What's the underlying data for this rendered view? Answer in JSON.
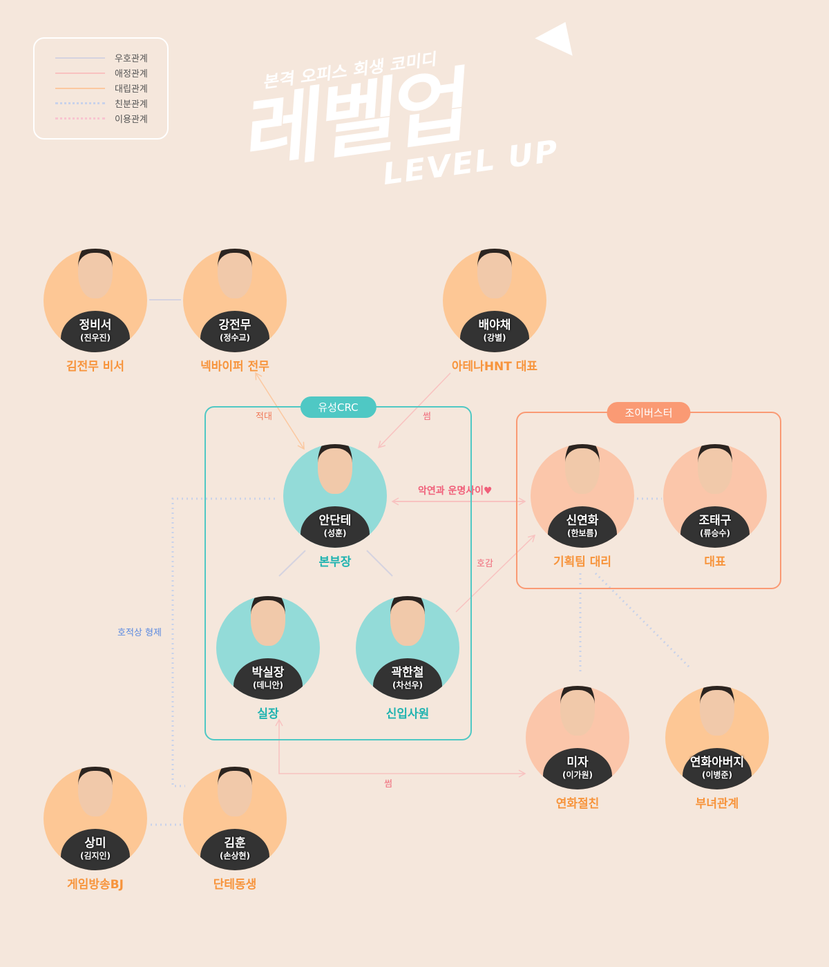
{
  "legend": [
    {
      "label": "우호관계",
      "color": "#d5d3e0",
      "style": "solid"
    },
    {
      "label": "애정관계",
      "color": "#f8c2c0",
      "style": "solid"
    },
    {
      "label": "대립관계",
      "color": "#fbc8a0",
      "style": "solid"
    },
    {
      "label": "친분관계",
      "color": "#c8d2ea",
      "style": "dotted"
    },
    {
      "label": "이용관계",
      "color": "#f8c4d0",
      "style": "dotted"
    }
  ],
  "logo": {
    "subtitle": "본격 오피스 회생 코미디",
    "title": "레벨업",
    "english": "LEVEL UP"
  },
  "groups": {
    "yusung": "유성CRC",
    "joy": "조이버스터"
  },
  "characters": [
    {
      "name": "정비서",
      "actor": "(진우진)",
      "role": "김전무 비서"
    },
    {
      "name": "강전무",
      "actor": "(정수교)",
      "role": "넥바이퍼 전무"
    },
    {
      "name": "배야채",
      "actor": "(강별)",
      "role": "아테나HNT 대표"
    },
    {
      "name": "안단테",
      "actor": "(성훈)",
      "role": "본부장"
    },
    {
      "name": "박실장",
      "actor": "(데니안)",
      "role": "실장"
    },
    {
      "name": "곽한철",
      "actor": "(차선우)",
      "role": "신입사원"
    },
    {
      "name": "신연화",
      "actor": "(한보름)",
      "role": "기획팀 대리"
    },
    {
      "name": "조태구",
      "actor": "(류승수)",
      "role": "대표"
    },
    {
      "name": "미자",
      "actor": "(이가원)",
      "role": "연화절친"
    },
    {
      "name": "연화아버지",
      "actor": "(이병준)",
      "role": "부녀관계"
    },
    {
      "name": "상미",
      "actor": "(김지인)",
      "role": "게임방송BJ"
    },
    {
      "name": "김훈",
      "actor": "(손상현)",
      "role": "단테동생"
    }
  ],
  "relations": {
    "enemy": "적대",
    "some1": "썸",
    "fate": "악연과 운명사이♥",
    "crush": "호감",
    "brothers": "호적상 형제",
    "some2": "썸"
  }
}
